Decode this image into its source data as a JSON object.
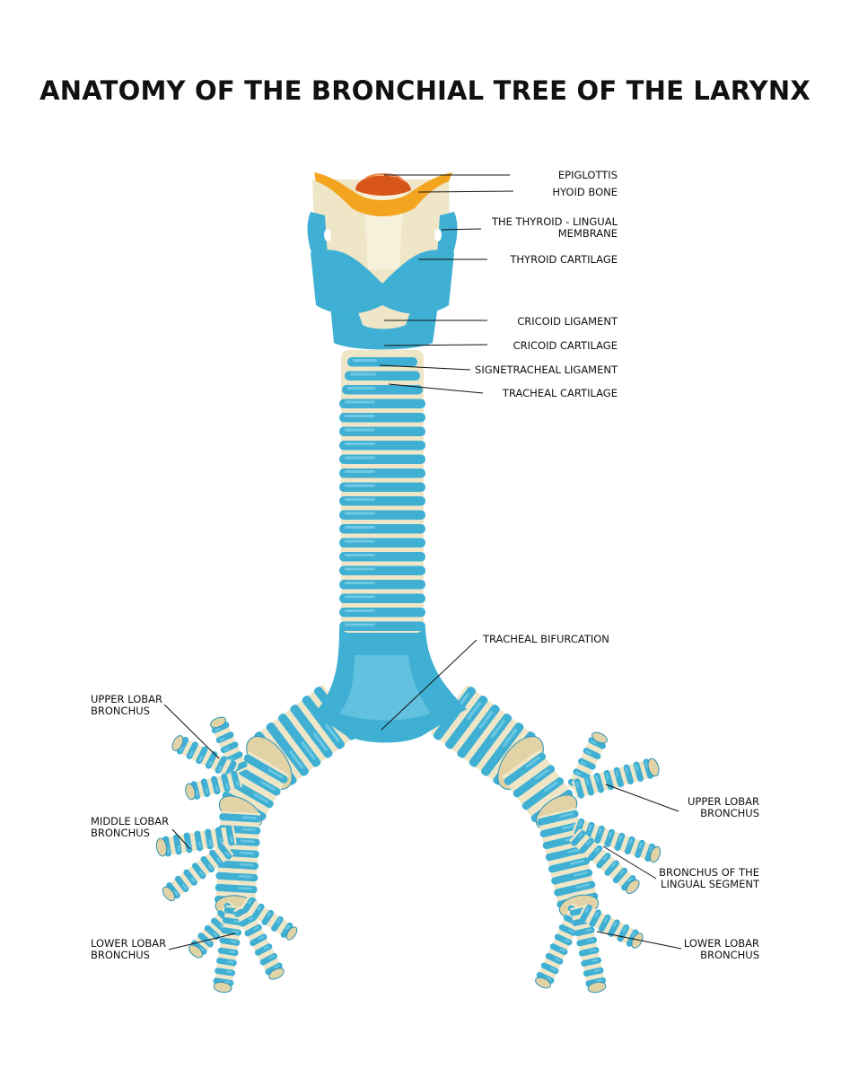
{
  "title": "ANATOMY OF THE BRONCHIAL TREE OF THE LARYNX",
  "colors": {
    "cartilage_blue": "#3fb0d3",
    "cartilage_blue_dark": "#2a93b8",
    "cartilage_blue_light": "#7fd0e8",
    "ligament_beige": "#efe6c8",
    "hyoid_orange": "#f3a520",
    "epiglottis_red": "#d9561b"
  },
  "labels": {
    "epiglottis": "EPIGLOTTIS",
    "hyoid_bone": "HYOID BONE",
    "thyroid_lingual_membrane": "THE THYROID - LINGUAL\nMEMBRANE",
    "thyroid_cartilage": "THYROID CARTILAGE",
    "cricoid_ligament": "CRICOID LIGAMENT",
    "cricoid_cartilage": "CRICOID CARTILAGE",
    "signetracheal_ligament": "SIGNETRACHEAL LIGAMENT",
    "tracheal_cartilage": "TRACHEAL CARTILAGE",
    "tracheal_bifurcation": "TRACHEAL BIFURCATION",
    "upper_lobar_left": "UPPER LOBAR\nBRONCHUS",
    "middle_lobar_left": "MIDDLE LOBAR\nBRONCHUS",
    "lower_lobar_left": "LOWER LOBAR\nBRONCHUS",
    "upper_lobar_right": "UPPER LOBAR\nBRONCHUS",
    "lingual_segment_right": "BRONCHUS OF THE\nLINGUAL SEGMENT",
    "lower_lobar_right": "LOWER LOBAR\nBRONCHUS"
  }
}
